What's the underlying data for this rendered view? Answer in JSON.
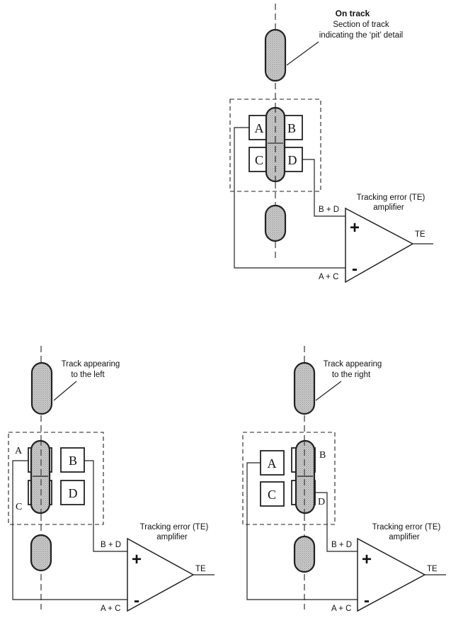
{
  "detectors": {
    "A": "A",
    "B": "B",
    "C": "C",
    "D": "D"
  },
  "amplifier": {
    "title": "Tracking error (TE)",
    "subtitle": "amplifier",
    "plus_input": "B + D",
    "minus_input": "A + C",
    "plus_sign": "+",
    "minus_sign": "-",
    "output": "TE"
  },
  "panels": {
    "on_track": {
      "heading": "On track",
      "line1": "Section of track",
      "line2": "indicating the ‘pit’ detail"
    },
    "left": {
      "line1": "Track appearing",
      "line2": "to the left"
    },
    "right": {
      "line1": "Track appearing",
      "line2": "to the right"
    }
  },
  "colors": {
    "ink": "#222222",
    "pit_fill": "#c8c8c8",
    "paper": "#ffffff"
  }
}
